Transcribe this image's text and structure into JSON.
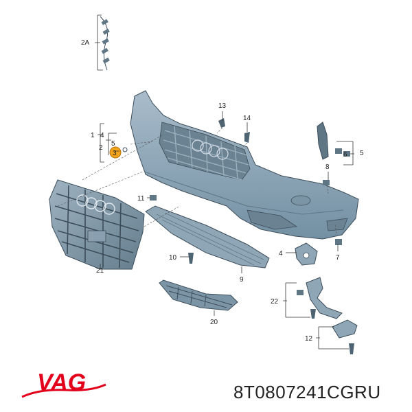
{
  "brand": {
    "logo_text": "VAG",
    "color": "#e3001b"
  },
  "part_number": "8T0807241CGRU",
  "colors": {
    "part_fill": "#8fa6b6",
    "part_dark": "#5f7685",
    "highlight": "#f2a31b"
  },
  "callouts": {
    "c1": "1",
    "c2": "2",
    "c2a": "2A",
    "c3": "3",
    "c4a": "4",
    "c4b": "4",
    "c5a": "5",
    "c5b": "5",
    "c6": "6",
    "c7": "7",
    "c8": "8",
    "c9": "9",
    "c10": "10",
    "c11": "11",
    "c12": "12",
    "c13": "13",
    "c14": "14",
    "c20": "20",
    "c21": "21",
    "c22": "22"
  }
}
